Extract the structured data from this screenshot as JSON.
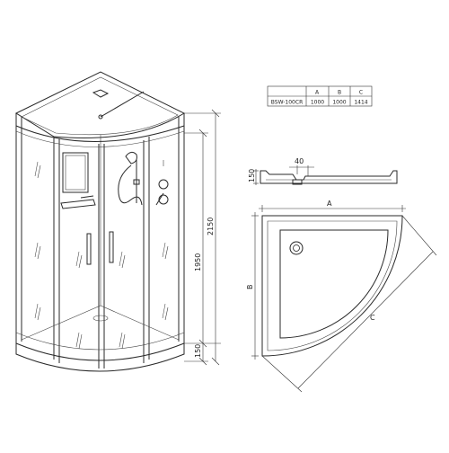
{
  "spec_table": {
    "header": [
      "",
      "A",
      "B",
      "C"
    ],
    "row": [
      "BSW-100CR",
      "1000",
      "1000",
      "1414"
    ]
  },
  "cabin_dimensions": {
    "total_height": "2150",
    "glass_height": "1950",
    "tray_height": "150"
  },
  "tray_section": {
    "drain_depth": "40",
    "height": "150"
  },
  "tray_plan": {
    "side_a": "A",
    "side_b": "B",
    "diagonal_c": "C"
  }
}
